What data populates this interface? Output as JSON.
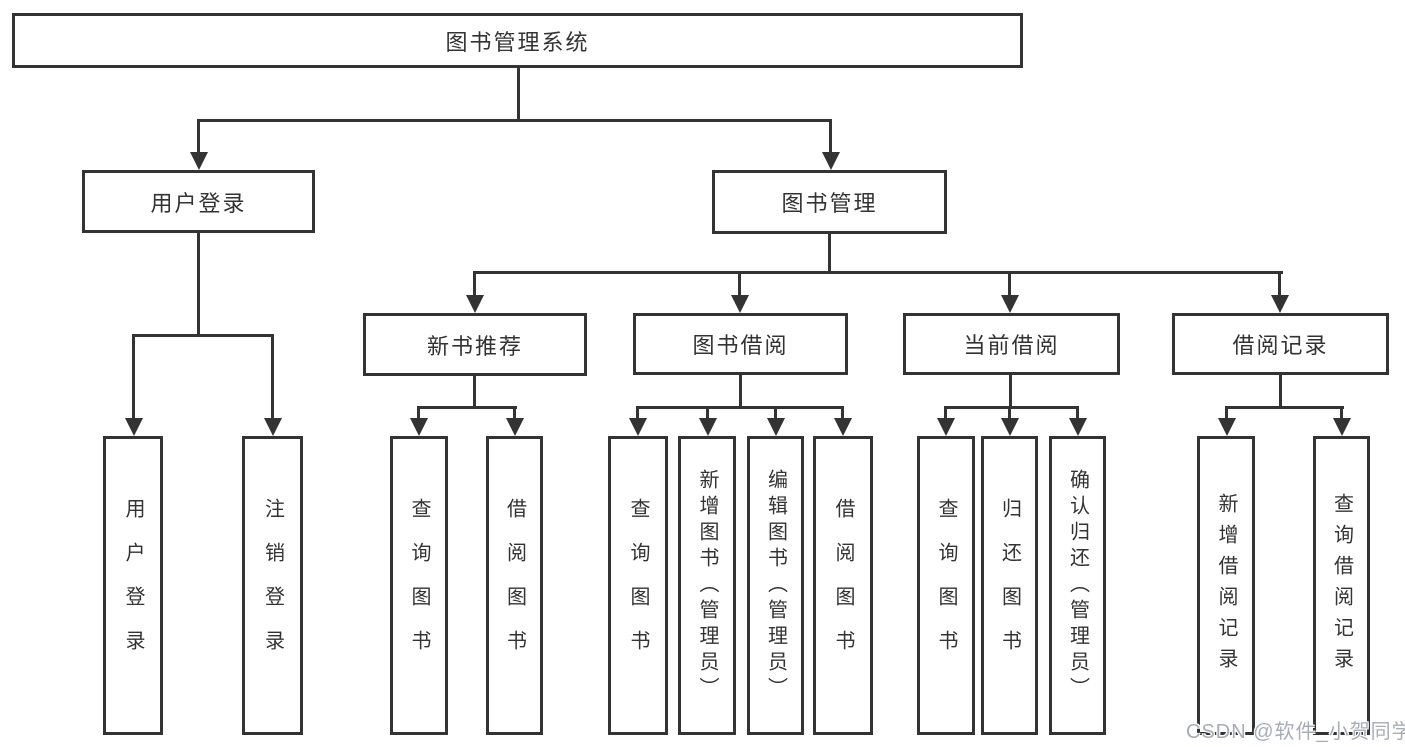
{
  "diagram": {
    "root": {
      "label": "图书管理系统"
    },
    "level2": [
      {
        "label": "用户登录"
      },
      {
        "label": "图书管理"
      }
    ],
    "level3": [
      {
        "label": "新书推荐"
      },
      {
        "label": "图书借阅"
      },
      {
        "label": "当前借阅"
      },
      {
        "label": "借阅记录"
      }
    ],
    "leaves": {
      "user_login": [
        "用户登录",
        "注销登录"
      ],
      "new_book": [
        "查询图书",
        "借阅图书"
      ],
      "book_borrow": [
        "查询图书",
        "新增图书（管理员）",
        "编辑图书（管理员）",
        "借阅图书"
      ],
      "current_borrow": [
        "查询图书",
        "归还图书",
        "确认归还（管理员）"
      ],
      "borrow_record": [
        "新增借阅记录",
        "查询借阅记录"
      ]
    }
  },
  "watermark": {
    "text": "CSDN @软件_小贺同学"
  },
  "colors": {
    "line": "#333333",
    "text": "#333333",
    "background": "#ffffff",
    "watermark": "#a7adb7"
  }
}
